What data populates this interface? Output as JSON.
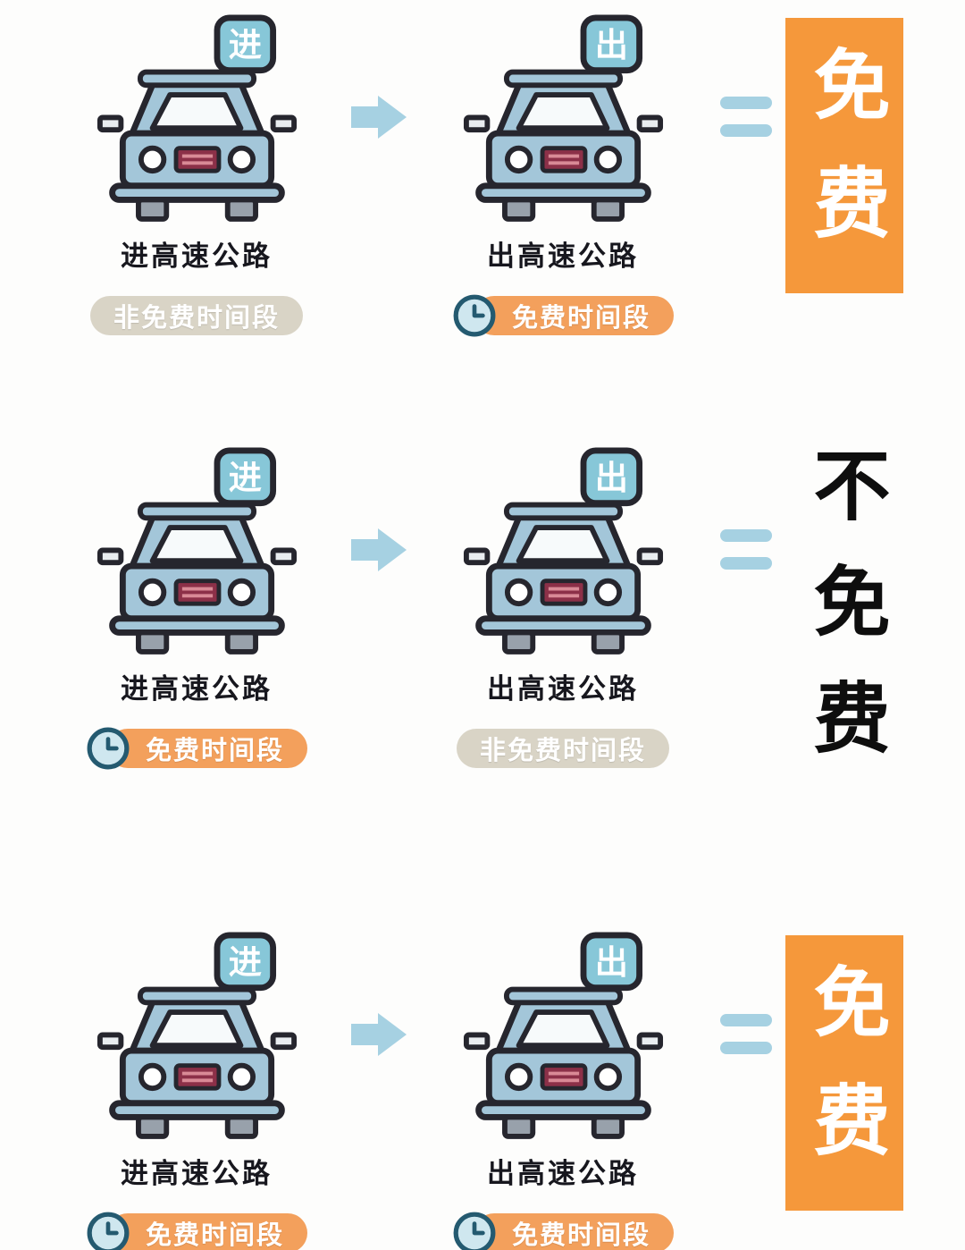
{
  "rows": [
    {
      "left": {
        "sign": "进",
        "label": "进高速公路",
        "badge": {
          "text": "非免费时间段",
          "type": "gray",
          "clock": false
        }
      },
      "right": {
        "sign": "出",
        "label": "出高速公路",
        "badge": {
          "text": "免费时间段",
          "type": "orange",
          "clock": true
        }
      },
      "result": {
        "text": "免费",
        "type": "free"
      }
    },
    {
      "left": {
        "sign": "进",
        "label": "进高速公路",
        "badge": {
          "text": "免费时间段",
          "type": "orange",
          "clock": true
        }
      },
      "right": {
        "sign": "出",
        "label": "出高速公路",
        "badge": {
          "text": "非免费时间段",
          "type": "gray",
          "clock": false
        }
      },
      "result": {
        "text": "不免费",
        "type": "not-free"
      }
    },
    {
      "left": {
        "sign": "进",
        "label": "进高速公路",
        "badge": {
          "text": "免费时间段",
          "type": "orange",
          "clock": true
        }
      },
      "right": {
        "sign": "出",
        "label": "出高速公路",
        "badge": {
          "text": "免费时间段",
          "type": "orange",
          "clock": true
        }
      },
      "result": {
        "text": "免费",
        "type": "free"
      }
    }
  ],
  "icons": {
    "clock": "clock-icon",
    "arrow": "right-arrow-icon",
    "equals": "equals-sign"
  },
  "colors": {
    "car_body": "#a3c6d9",
    "outline": "#26262e",
    "sign_blue": "#87c7d8",
    "arrow_blue": "#a6d1e2",
    "badge_orange": "#f3a05c",
    "badge_gray": "#d9d4c6",
    "result_orange": "#f5983b",
    "grille_red": "#8c3048",
    "clock_navy": "#245a70",
    "clock_face": "#cfe7ef",
    "text_dark": "#17171e"
  }
}
